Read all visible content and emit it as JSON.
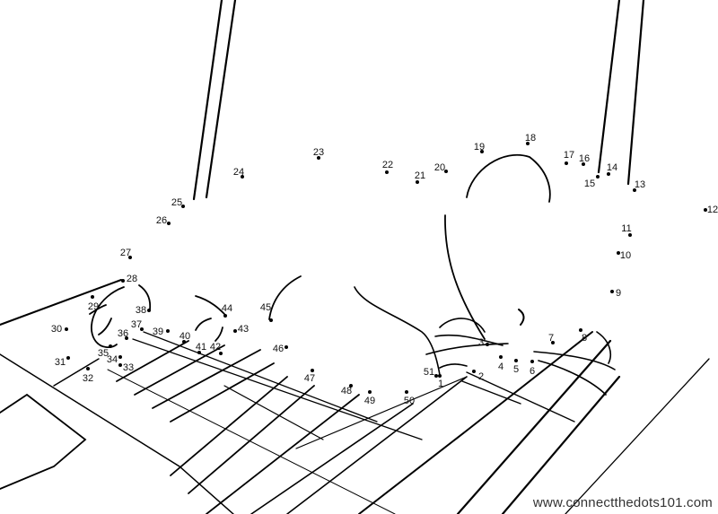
{
  "worksheet": {
    "dot_labels": [
      "1",
      "2",
      "3",
      "4",
      "5",
      "6",
      "7",
      "8",
      "9",
      "10",
      "11",
      "12",
      "13",
      "14",
      "15",
      "16",
      "17",
      "18",
      "19",
      "20",
      "21",
      "22",
      "23",
      "24",
      "25",
      "26",
      "27",
      "28",
      "29",
      "30",
      "31",
      "32",
      "33",
      "34",
      "35",
      "36",
      "37",
      "38",
      "39",
      "40",
      "41",
      "42",
      "43",
      "44",
      "45",
      "46",
      "47",
      "48",
      "49",
      "50",
      "51"
    ],
    "footer": "www.connectthedots101.com",
    "ink_color": "#000000"
  }
}
